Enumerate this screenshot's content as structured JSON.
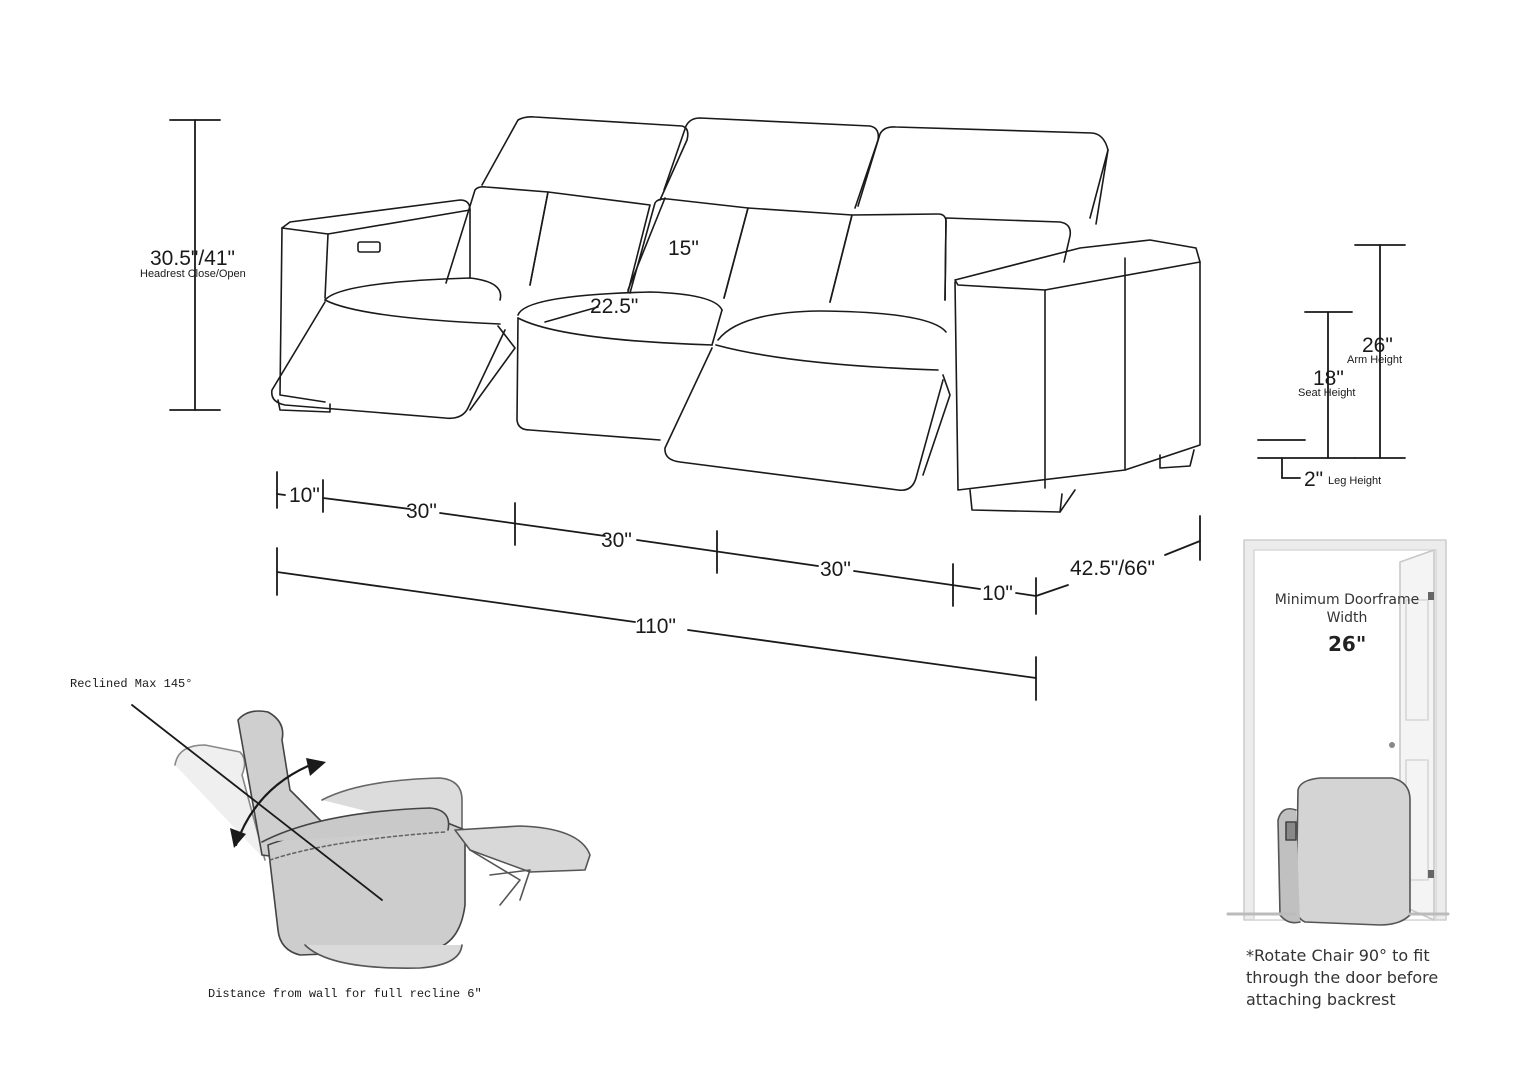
{
  "dimensions": {
    "total_height": "30.5\"/41\"",
    "total_height_caption": "Headrest Close/Open",
    "headrest": "15\"",
    "seat_depth": "22.5\"",
    "arm_height": "26\"",
    "arm_height_caption": "Arm Height",
    "seat_height": "18\"",
    "seat_height_caption": "Seat Height",
    "leg_height": "2\"",
    "leg_height_caption": "Leg Height",
    "arm_left_width": "10\"",
    "seat_1_width": "30\"",
    "seat_2_width": "30\"",
    "seat_3_width": "30\"",
    "arm_right_width": "10\"",
    "depth": "42.5\"/66\"",
    "total_width": "110\""
  },
  "recliner": {
    "angle_label": "Reclined Max 145°",
    "wall_distance": "Distance from wall for full recline 6\""
  },
  "door": {
    "title": "Minimum Doorframe Width",
    "width": "26\"",
    "note_line1": "*Rotate Chair 90° to fit",
    "note_line2": "through the door before",
    "note_line3": "attaching backrest"
  },
  "colors": {
    "line": "#1a1a1a",
    "chair_fill": "#d2d2d2",
    "door_frame": "#e6e6e6"
  }
}
